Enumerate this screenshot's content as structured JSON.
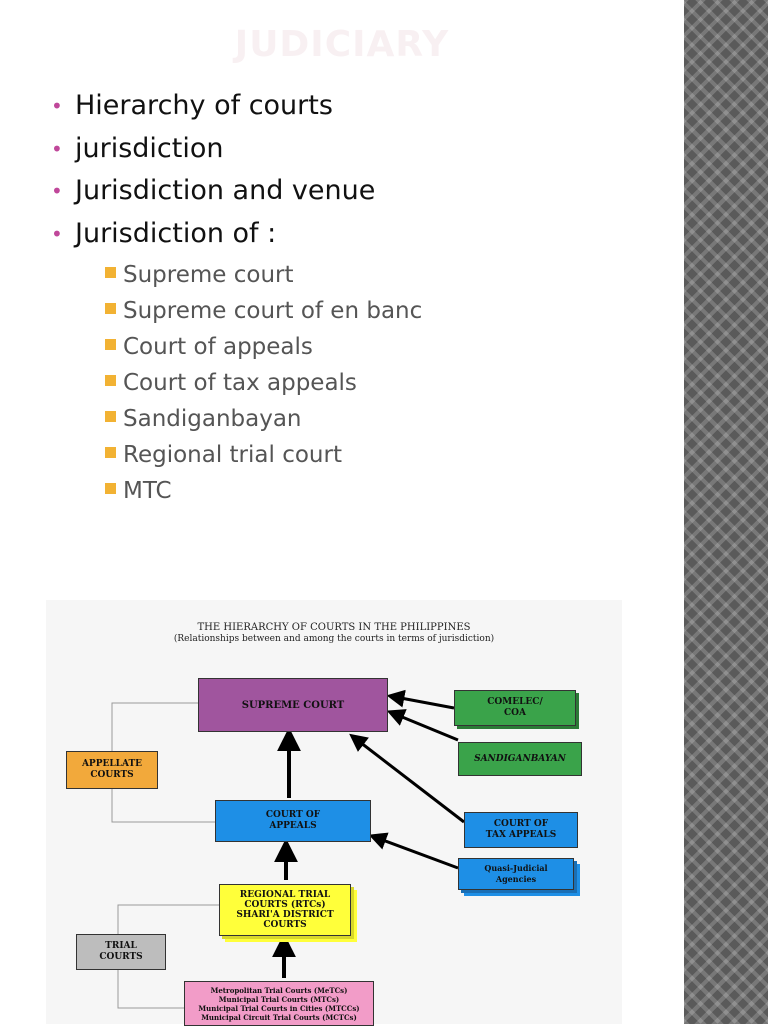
{
  "slide": {
    "title": "JUDICIARY",
    "bullets": [
      "Hierarchy of courts",
      "jurisdiction",
      "Jurisdiction and venue",
      "Jurisdiction of :"
    ],
    "sub_bullets": [
      "Supreme court",
      "Supreme court of en banc",
      "Court of appeals",
      "Court of tax appeals",
      "Sandiganbayan",
      "Regional trial court",
      "MTC"
    ]
  },
  "diagram": {
    "title": "THE HIERARCHY OF COURTS IN THE PHILIPPINES",
    "subtitle": "(Relationships between and among the courts in terms of jurisdiction)",
    "supreme_court": "SUPREME COURT",
    "comelec": "COMELEC/\nCOA",
    "sandiganbayan": "SANDIGANBAYAN",
    "appellate": "APPELLATE\nCOURTS",
    "court_of_appeals": "COURT OF\nAPPEALS",
    "court_of_tax_appeals": "COURT OF\nTAX APPEALS",
    "quasi_judicial": "Quasi-Judicial\nAgencies",
    "regional_trial": "REGIONAL TRIAL\nCOURTS (RTCs)\nSHARI'A DISTRICT\nCOURTS",
    "trial_courts": "TRIAL\nCOURTS",
    "lower_courts": "Metropolitan Trial Courts (MeTCs)\nMunicipal Trial Courts (MTCs)\nMunicipal Trial Courts in Cities (MTCCs)\nMunicipal Circuit Trial Courts (MCTCs)",
    "colors": {
      "supreme": "#a0559e",
      "green": "#3aa34a",
      "orange": "#f2a93b",
      "blue": "#1e8fe6",
      "yellow": "#ffff3a",
      "gray": "#bdbdbd",
      "pink": "#f29cc8"
    }
  }
}
